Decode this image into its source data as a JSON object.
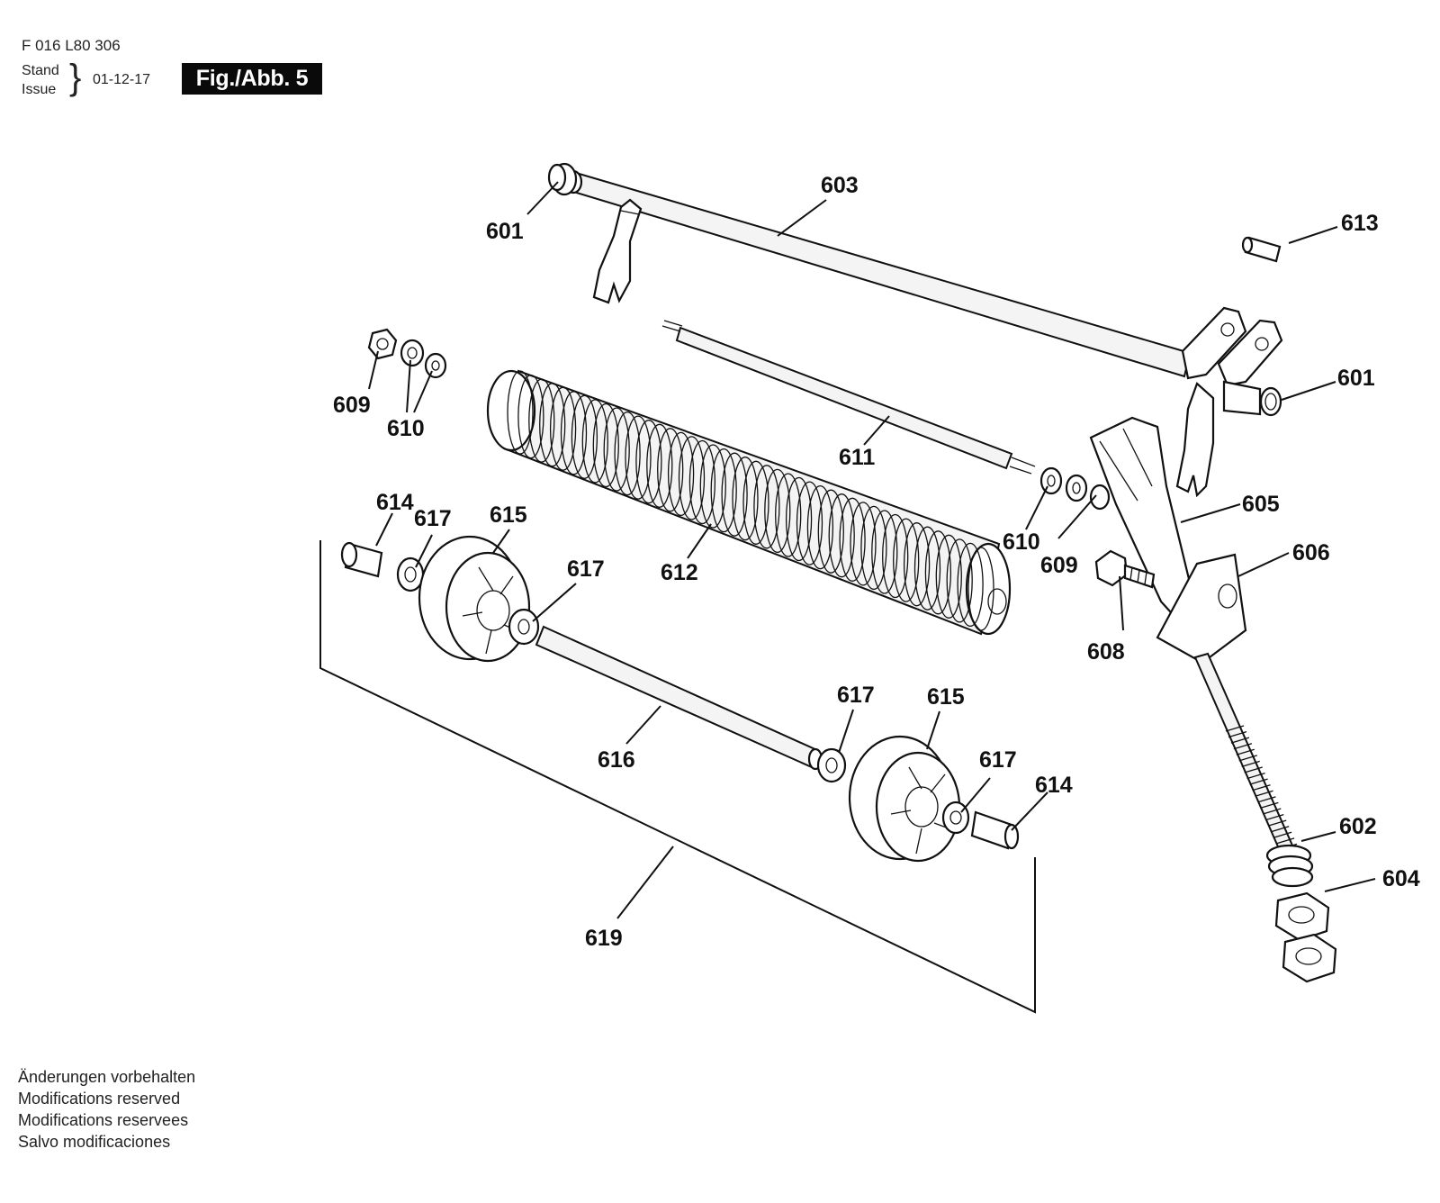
{
  "header": {
    "doc_number": "F 016 L80 306",
    "stand_label": "Stand",
    "issue_label": "Issue",
    "issue_date": "01-12-17",
    "figure_label": "Fig./Abb. 5"
  },
  "callouts": {
    "c601a": "601",
    "c603": "603",
    "c613": "613",
    "c601b": "601",
    "c609a": "609",
    "c610a": "610",
    "c611": "611",
    "c612": "612",
    "c610b": "610",
    "c609b": "609",
    "c605": "605",
    "c606": "606",
    "c608": "608",
    "c614a": "614",
    "c617a": "617",
    "c615a": "615",
    "c617b": "617",
    "c617c": "617",
    "c615b": "615",
    "c617d": "617",
    "c614b": "614",
    "c616": "616",
    "c619": "619",
    "c602": "602",
    "c604": "604"
  },
  "notes": [
    "Änderungen vorbehalten",
    "Modifications reserved",
    "Modifications reservees",
    "Salvo modificaciones"
  ]
}
